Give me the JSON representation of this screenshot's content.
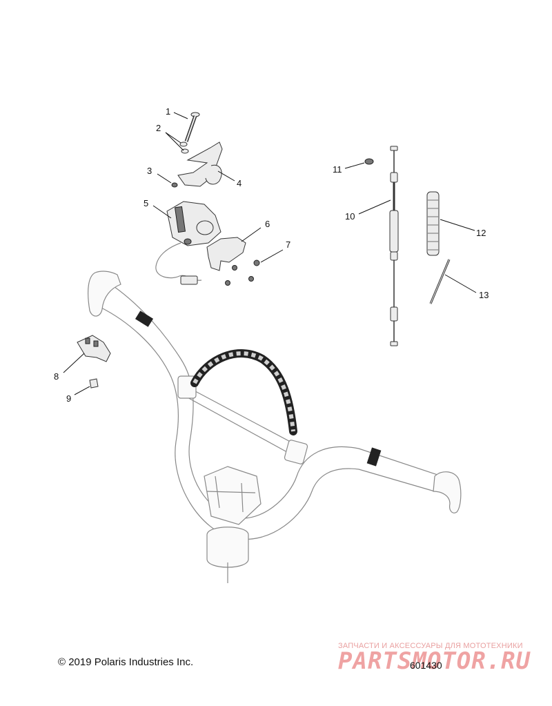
{
  "callouts": [
    {
      "id": "1",
      "label": "1"
    },
    {
      "id": "2",
      "label": "2"
    },
    {
      "id": "3",
      "label": "3"
    },
    {
      "id": "4",
      "label": "4"
    },
    {
      "id": "5",
      "label": "5"
    },
    {
      "id": "6",
      "label": "6"
    },
    {
      "id": "7",
      "label": "7"
    },
    {
      "id": "8",
      "label": "8"
    },
    {
      "id": "9",
      "label": "9"
    },
    {
      "id": "10",
      "label": "10"
    },
    {
      "id": "11",
      "label": "11"
    },
    {
      "id": "12",
      "label": "12"
    },
    {
      "id": "13",
      "label": "13"
    }
  ],
  "footer": {
    "copyright": "© 2019 Polaris Industries Inc.",
    "figure_number": "601430"
  },
  "watermark": {
    "tagline": "ЗАПЧАСТИ И АКСЕССУАРЫ ДЛЯ МОТОТЕХНИКИ",
    "brand": "PARTSMOTOR.RU",
    "color": "#e05a5a"
  }
}
